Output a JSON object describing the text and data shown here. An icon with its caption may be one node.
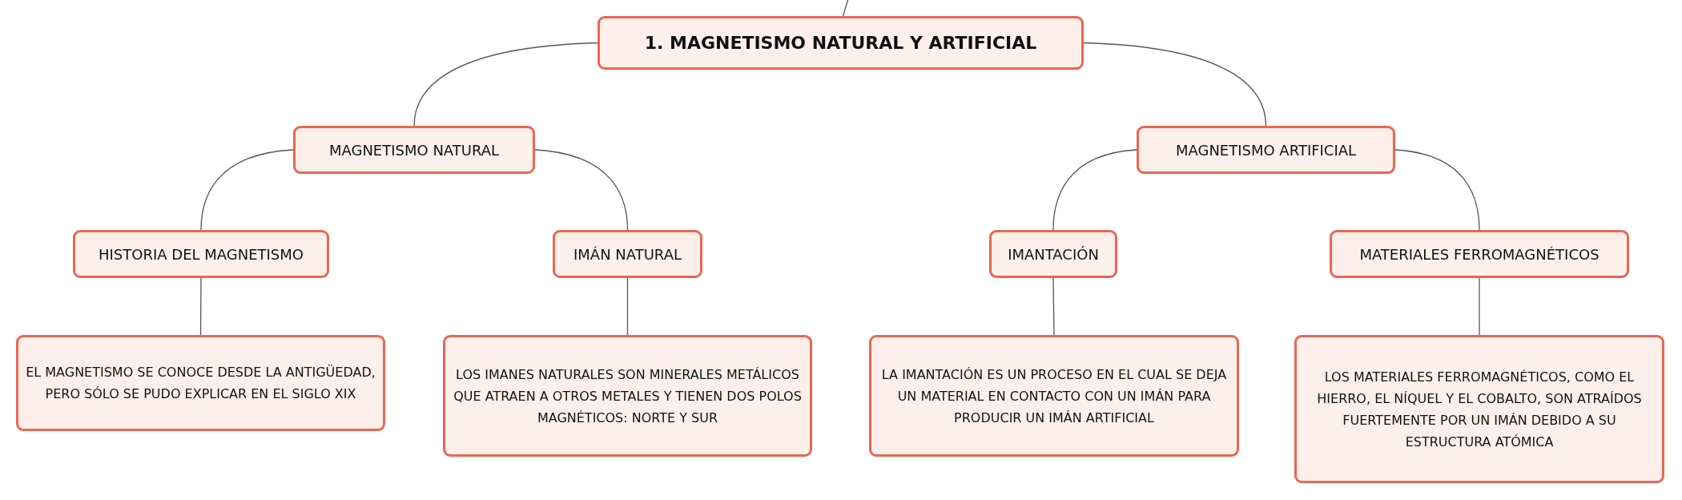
{
  "diagram": {
    "nodes": [
      {
        "text": [
          "1. MAGNETISMO NATURAL Y ARTIFICIAL"
        ]
      },
      {
        "text": [
          "MAGNETISMO NATURAL"
        ]
      },
      {
        "text": [
          "MAGNETISMO ARTIFICIAL"
        ]
      },
      {
        "text": [
          "HISTORIA DEL MAGNETISMO"
        ]
      },
      {
        "text": [
          "IMÁN NATURAL"
        ]
      },
      {
        "text": [
          "IMANTACIÓN"
        ]
      },
      {
        "text": [
          "MATERIALES FERROMAGNÉTICOS"
        ]
      },
      {
        "text": [
          "EL MAGNETISMO SE CONOCE DESDE LA ANTIGÜEDAD, PERO SÓLO SE PUDO EXPLICAR EN EL SIGLO XIX"
        ]
      },
      {
        "text": [
          "LOS IMANES NATURALES SON MINERALES METÁLICOS QUE ATRAEN A OTROS METALES Y TIENEN DOS POLOS MAGNÉTICOS: NORTE Y SUR"
        ]
      },
      {
        "text": [
          "LA IMANTACIÓN ES UN PROCESO EN EL CUAL SE DEJA UN MATERIAL EN CONTACTO CON UN IMÁN PARA PRODUCIR UN IMÁN ARTIFICIAL"
        ]
      },
      {
        "text": [
          "LOS MATERIALES FERROMAGNÉTICOS, COMO EL HIERRO, EL NÍQUEL Y EL COBALTO, SON ATRAÍDOS FUERTEMENTE POR UN IMÁN DEBIDO A SU ESTRUCTURA ATÓMICA"
        ]
      }
    ],
    "edges": [
      {
        "from": null,
        "to": 0,
        "arrow": "none"
      },
      {
        "from": 0,
        "to": 1,
        "arrow": "none"
      },
      {
        "from": 0,
        "to": 2,
        "arrow": "none"
      },
      {
        "from": 1,
        "to": 3,
        "arrow": "none"
      },
      {
        "from": 1,
        "to": 4,
        "arrow": "none"
      },
      {
        "from": 2,
        "to": 5,
        "arrow": "none"
      },
      {
        "from": 2,
        "to": 6,
        "arrow": "none"
      },
      {
        "from": 3,
        "to": 7,
        "arrow": "none"
      },
      {
        "from": 4,
        "to": 8,
        "arrow": "none"
      },
      {
        "from": 5,
        "to": 9,
        "arrow": "none"
      },
      {
        "from": 6,
        "to": 10,
        "arrow": "none"
      }
    ]
  }
}
